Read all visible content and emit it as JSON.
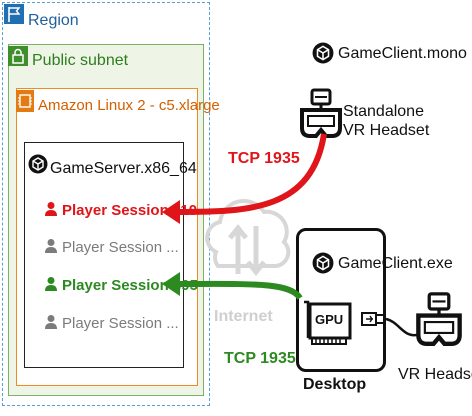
{
  "region": {
    "label": "Region"
  },
  "subnet": {
    "label": "Public subnet"
  },
  "instance": {
    "label": "Amazon Linux 2 - c5.xlarge"
  },
  "server": {
    "label": "GameServer.x86_64",
    "sessions": [
      {
        "label": "Player Session 110",
        "color": "#e0151a"
      },
      {
        "label": "Player Session ...",
        "color": "#7b7b7b"
      },
      {
        "label": "Player Session 395",
        "color": "#2c8a20"
      },
      {
        "label": "Player Session ...",
        "color": "#7b7b7b"
      }
    ]
  },
  "internet": {
    "label": "Internet"
  },
  "clients": {
    "mono": {
      "label": "GameClient.mono",
      "headset_line1": "Standalone",
      "headset_line2": "VR Headset"
    },
    "exe": {
      "label": "GameClient.exe",
      "gpu_label": "GPU",
      "desktop_label": "Desktop",
      "headset_label": "VR Headset"
    }
  },
  "connections": {
    "top": {
      "label": "TCP 1935",
      "color": "#e0151a"
    },
    "bottom": {
      "label": "TCP 1935",
      "color": "#2c8a20"
    }
  },
  "icons": {
    "region": "flag-icon",
    "subnet": "lock-icon",
    "instance": "chip-icon",
    "unity": "unity-logo-icon",
    "user": "user-icon",
    "cloud": "cloud-icon",
    "headset": "vr-headset-icon",
    "gpu": "gpu-card-icon",
    "usb": "usb-icon"
  }
}
